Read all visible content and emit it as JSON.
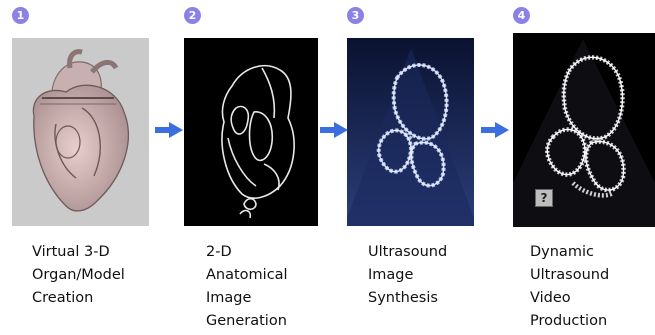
{
  "accent_color": "#8a82e6",
  "arrow_color": "#3b6fe0",
  "steps": [
    {
      "number": "1",
      "lines": [
        "Virtual 3-D",
        "Organ/Model",
        "Creation"
      ],
      "image_icon": "heart-3d-model-image"
    },
    {
      "number": "2",
      "lines": [
        "2-D",
        "Anatomical",
        "Image",
        "Generation"
      ],
      "image_icon": "heart-contour-image"
    },
    {
      "number": "3",
      "lines": [
        "Ultrasound",
        "Image",
        "Synthesis"
      ],
      "image_icon": "synthetic-ultrasound-image"
    },
    {
      "number": "4",
      "lines": [
        "Dynamic",
        "Ultrasound",
        "Video",
        "Production"
      ],
      "image_icon": "ultrasound-video-image",
      "overlay_icon": "question-mark-icon",
      "overlay_text": "?"
    }
  ]
}
